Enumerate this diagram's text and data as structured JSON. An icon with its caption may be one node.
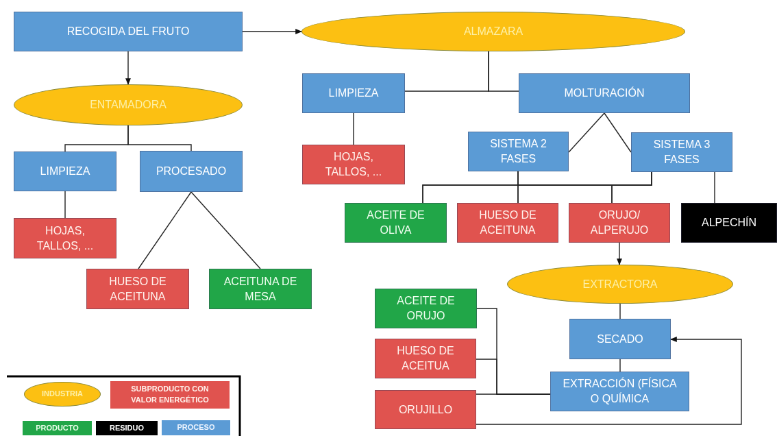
{
  "diagram": {
    "nodes": [
      {
        "text": [
          "RECOGIDA DEL FRUTO"
        ]
      },
      {
        "text": [
          "ALMAZARA"
        ]
      },
      {
        "text": [
          "ENTAMADORA"
        ]
      },
      {
        "text": [
          "LIMPIEZA"
        ]
      },
      {
        "text": [
          "PROCESADO"
        ]
      },
      {
        "text": [
          "HOJAS, TALLOS, ..."
        ]
      },
      {
        "text": [
          "HUESO DE ACEITUNA"
        ]
      },
      {
        "text": [
          "ACEITUNA DE MESA"
        ]
      },
      {
        "text": [
          "LIMPIEZA"
        ]
      },
      {
        "text": [
          "HOJAS, TALLOS, ..."
        ]
      },
      {
        "text": [
          "MOLTURACIÓN"
        ]
      },
      {
        "text": [
          "SISTEMA 2 FASES"
        ]
      },
      {
        "text": [
          "SISTEMA 3 FASES"
        ]
      },
      {
        "text": [
          "ACEITE DE OLIVA"
        ]
      },
      {
        "text": [
          "HUESO DE ACEITUNA"
        ]
      },
      {
        "text": [
          "ORUJO/ ALPERUJO"
        ]
      },
      {
        "text": [
          "ALPECHÍN"
        ]
      },
      {
        "text": [
          "EXTRACTORA"
        ]
      },
      {
        "text": [
          "ACEITE DE ORUJO"
        ]
      },
      {
        "text": [
          "HUESO DE ACEITUA"
        ]
      },
      {
        "text": [
          "ORUJILLO"
        ]
      },
      {
        "text": [
          "SECADO"
        ]
      },
      {
        "text": [
          "EXTRACCIÓN (FÍSICA O QUÍMICA"
        ]
      }
    ],
    "edges": [
      {
        "from": 0,
        "to": 1,
        "arrow": "to"
      },
      {
        "from": 0,
        "to": 2,
        "arrow": "to"
      },
      {
        "from": 2,
        "to": 3,
        "arrow": "none"
      },
      {
        "from": 2,
        "to": 4,
        "arrow": "none"
      },
      {
        "from": 3,
        "to": 5,
        "arrow": "none"
      },
      {
        "from": 4,
        "to": 6,
        "arrow": "none"
      },
      {
        "from": 4,
        "to": 7,
        "arrow": "none"
      },
      {
        "from": 1,
        "to": 8,
        "arrow": "none"
      },
      {
        "from": 1,
        "to": 10,
        "arrow": "none"
      },
      {
        "from": 8,
        "to": 9,
        "arrow": "none"
      },
      {
        "from": 10,
        "to": 11,
        "arrow": "none"
      },
      {
        "from": 10,
        "to": 12,
        "arrow": "none"
      },
      {
        "from": 11,
        "to": 13,
        "arrow": "none"
      },
      {
        "from": 11,
        "to": 14,
        "arrow": "none"
      },
      {
        "from": 11,
        "to": 15,
        "arrow": "none"
      },
      {
        "from": 12,
        "to": 13,
        "arrow": "none"
      },
      {
        "from": 12,
        "to": 14,
        "arrow": "none"
      },
      {
        "from": 12,
        "to": 15,
        "arrow": "none"
      },
      {
        "from": 12,
        "to": 16,
        "arrow": "none"
      },
      {
        "from": 15,
        "to": 17,
        "arrow": "to"
      },
      {
        "from": 17,
        "to": 21,
        "arrow": "none"
      },
      {
        "from": 21,
        "to": 22,
        "arrow": "none"
      },
      {
        "from": 22,
        "to": 18,
        "arrow": "none"
      },
      {
        "from": 22,
        "to": 19,
        "arrow": "none"
      },
      {
        "from": 22,
        "to": 20,
        "arrow": "none"
      },
      {
        "from": 20,
        "to": 21,
        "arrow": "to"
      }
    ],
    "legend": [
      {
        "text": "INDUSTRIA",
        "color": "#fcc012"
      },
      {
        "text": "SUBPRODUCTO CON VALOR ENERGÉTICO",
        "color": "#e0534f"
      },
      {
        "text": "PRODUCTO",
        "color": "#21a648"
      },
      {
        "text": "RESIDUO",
        "color": "#000000"
      },
      {
        "text": "PROCESO",
        "color": "#5b9bd5"
      }
    ]
  }
}
